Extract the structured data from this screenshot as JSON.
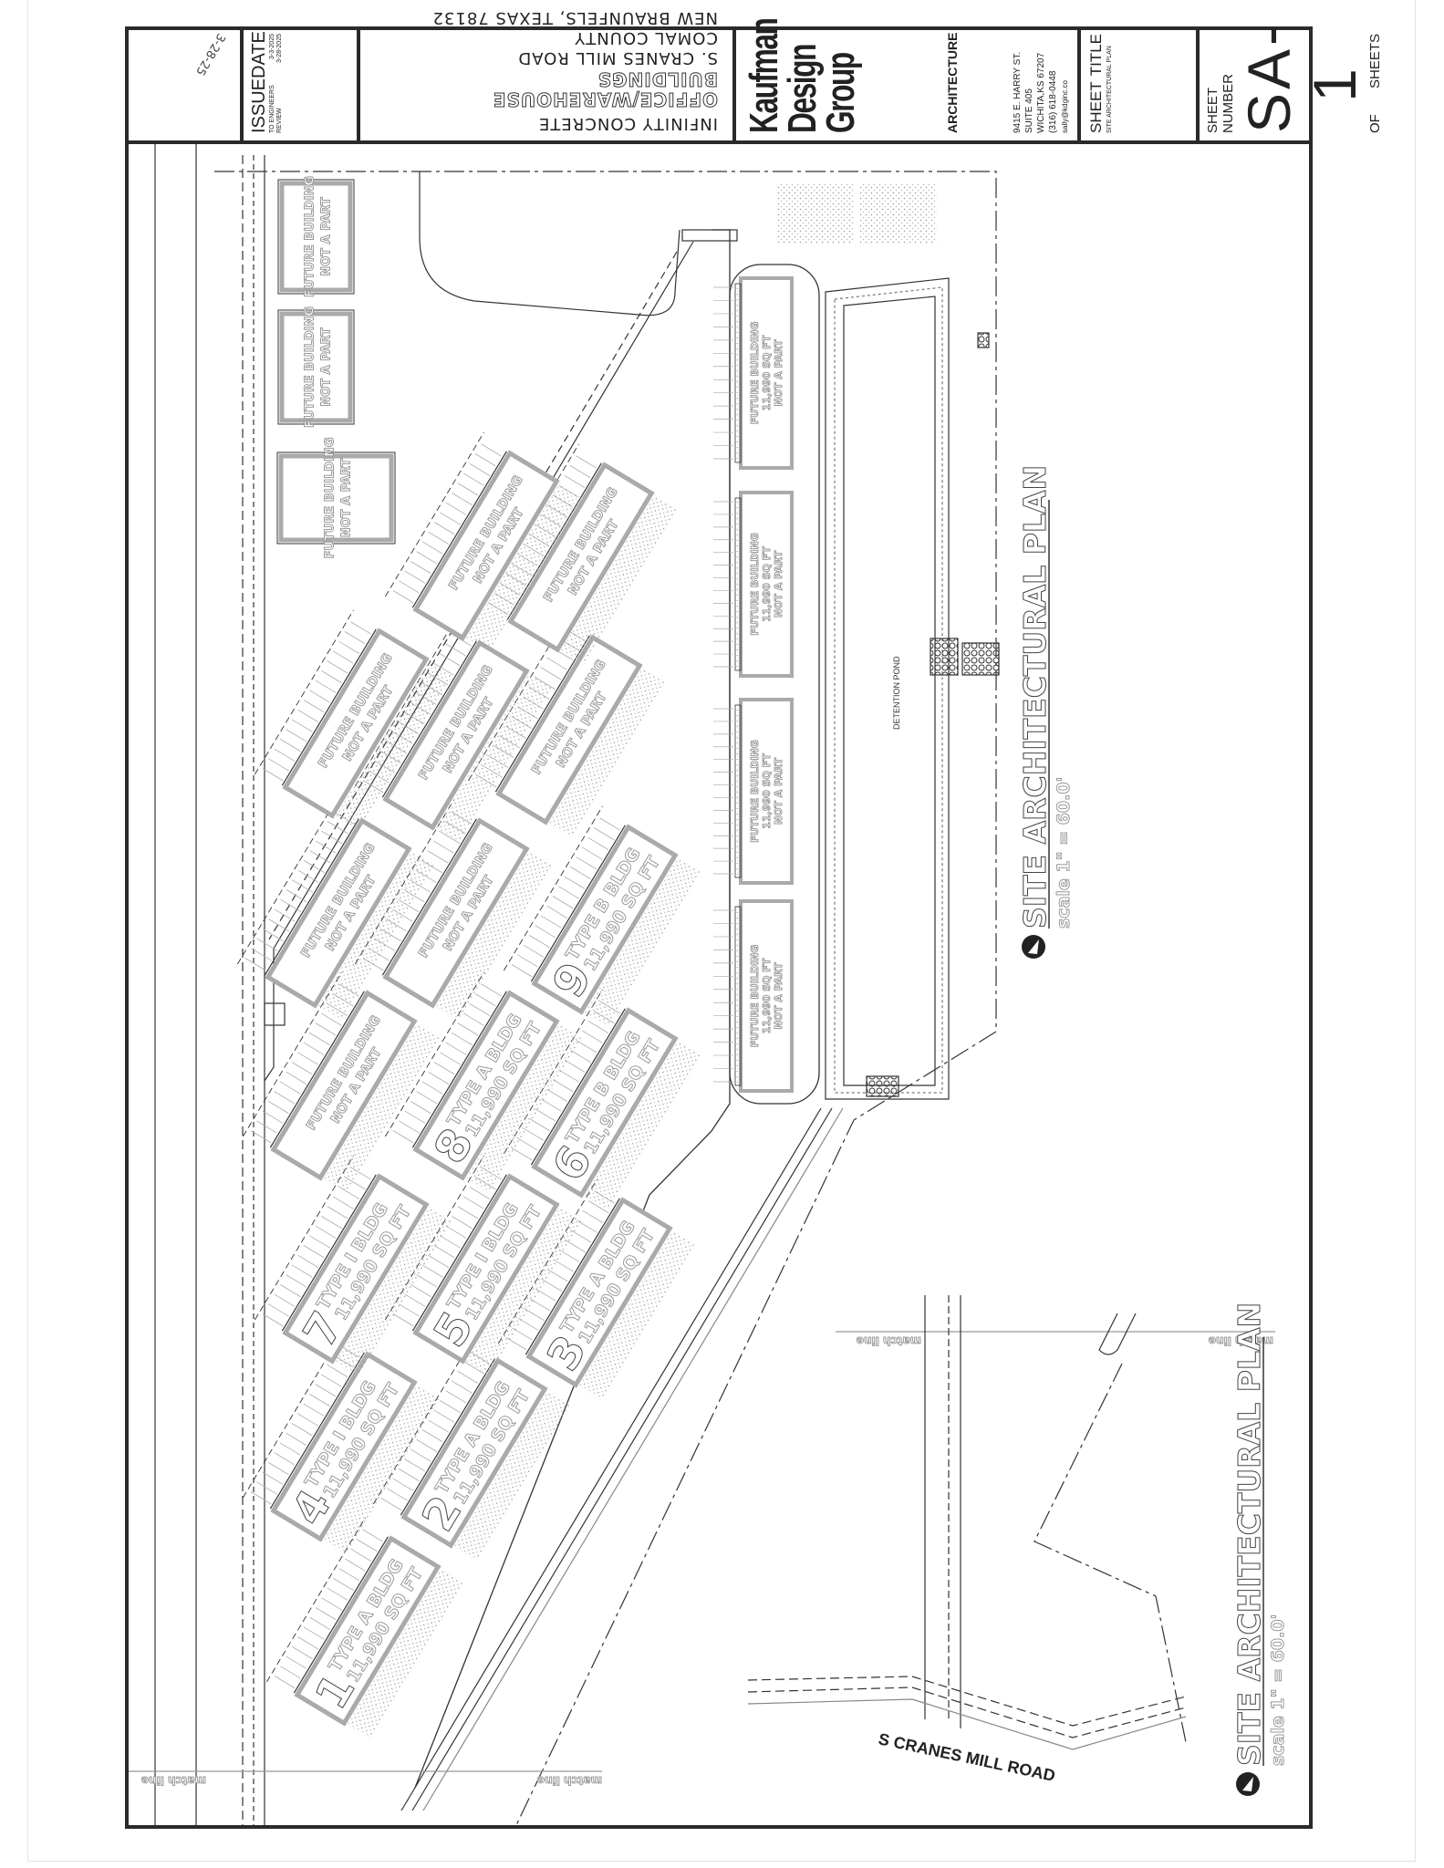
{
  "title_block": {
    "stamp_date": "3-28-25",
    "issue_label": "ISSUE",
    "issue_items": [
      "TO ENGINEERS",
      "REVIEW"
    ],
    "date_label": "DATE",
    "dates": [
      "3-3-2025",
      "3-28-2025"
    ],
    "client": "INFINITY CONCRETE",
    "project": "OFFICE/WAREHOUSE BUILDINGS",
    "address": [
      "S. CRANES MILL ROAD",
      "COMAL COUNTY",
      "NEW BRAUNFELS, TEXAS 78132"
    ],
    "firm_name": [
      "Kaufman",
      "Design",
      "Group"
    ],
    "firm_discipline": "ARCHITECTURE",
    "firm_address": [
      "9415 E. HARRY ST.",
      "SUITE 405",
      "WICHITA,KS    67207",
      "(316) 618-0448",
      "sally@kdginc.co"
    ],
    "sheet_label": "SHEET",
    "title_label": "TITLE",
    "sheet_title": "SITE ARCHITECTURAL PLAN",
    "sheet_number_label": "SHEET NUMBER",
    "sheet_number": "SA-1",
    "of_label": "OF",
    "sheets_label": "SHEETS"
  },
  "site": {
    "buildings": [
      {
        "number": "1",
        "type": "TYPE A BLDG",
        "area": "11,990 SQ FT"
      },
      {
        "number": "2",
        "type": "TYPE A BLDG",
        "area": "11,990 SQ FT"
      },
      {
        "number": "3",
        "type": "TYPE A BLDG",
        "area": "11,990 SQ FT"
      },
      {
        "number": "4",
        "type": "TYPE I BLDG",
        "area": "11,990 SQ FT"
      },
      {
        "number": "5",
        "type": "TYPE I BLDG",
        "area": "11,990 SQ FT"
      },
      {
        "number": "6",
        "type": "TYPE B BLDG",
        "area": "11,990 SQ FT"
      },
      {
        "number": "7",
        "type": "TYPE I BLDG",
        "area": "11,990 SQ FT"
      },
      {
        "number": "8",
        "type": "TYPE A BLDG",
        "area": "11,990 SQ FT"
      },
      {
        "number": "9",
        "type": "TYPE B BLDG",
        "area": "11,990 SQ FT"
      }
    ],
    "future_diagonal": [
      {
        "line1": "FUTURE BUILDING",
        "line2": "NOT A PART"
      },
      {
        "line1": "FUTURE BUILDING",
        "line2": "NOT A PART"
      },
      {
        "line1": "FUTURE BUILDING",
        "line2": "NOT A PART"
      },
      {
        "line1": "FUTURE BUILDING",
        "line2": "NOT A PART"
      },
      {
        "line1": "FUTURE BUILDING",
        "line2": "NOT A PART"
      },
      {
        "line1": "FUTURE BUILDING",
        "line2": "NOT A PART"
      },
      {
        "line1": "FUTURE BUILDING",
        "line2": "NOT A PART"
      },
      {
        "line1": "FUTURE BUILDING",
        "line2": "NOT A PART"
      }
    ],
    "future_upper": [
      {
        "line1": "FUTURE BUILDING",
        "line2": "NOT A PART"
      },
      {
        "line1": "FUTURE BUILDING",
        "line2": "NOT A PART"
      },
      {
        "line1": "FUTURE BUILDING",
        "line2": "NOT A PART"
      }
    ],
    "future_column": [
      {
        "line1": "FUTURE BUILDING",
        "line2": "11,990 SQ FT",
        "line3": "NOT A PART"
      },
      {
        "line1": "FUTURE BUILDING",
        "line2": "11,990 SQ FT",
        "line3": "NOT A PART"
      },
      {
        "line1": "FUTURE BUILDING",
        "line2": "11,990 SQ FT",
        "line3": "NOT A PART"
      },
      {
        "line1": "FUTURE BUILDING",
        "line2": "11,990 SQ FT",
        "line3": "NOT A PART"
      }
    ],
    "detention_pond": "DETENTION POND",
    "road_name": "S CRANES MILL ROAD",
    "match_line": "match line",
    "plan_title": "SITE ARCHITECTURAL PLAN",
    "plan_scale": "scale 1\" = 60.0'",
    "icon": "north-arrow-icon"
  }
}
